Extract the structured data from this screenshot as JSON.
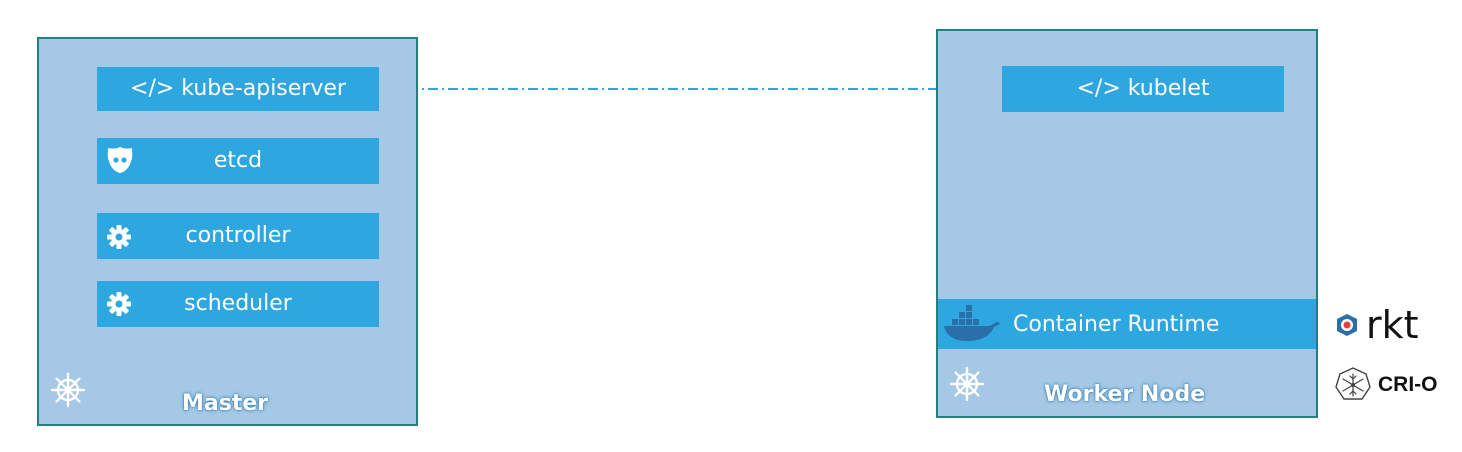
{
  "master": {
    "label": "Master",
    "components": {
      "apiserver": "</> kube-apiserver",
      "etcd": "etcd",
      "controller": "controller",
      "scheduler": "scheduler"
    }
  },
  "worker": {
    "label": "Worker Node",
    "kubelet": "</> kubelet",
    "runtime": "Container Runtime"
  },
  "runtimes": {
    "rkt": "rkt",
    "crio": "CRI-O"
  },
  "colors": {
    "node_fill": "#a4c8e6",
    "node_border": "#22807f",
    "component_fill": "#2ea7e0",
    "link": "#2ea7e0"
  },
  "icons": {
    "helm": "kubernetes-helm-icon",
    "gear": "gear-icon",
    "etcd": "etcd-icon",
    "docker": "docker-whale-icon",
    "rkt": "rkt-logo-icon",
    "crio": "crio-logo-icon"
  }
}
